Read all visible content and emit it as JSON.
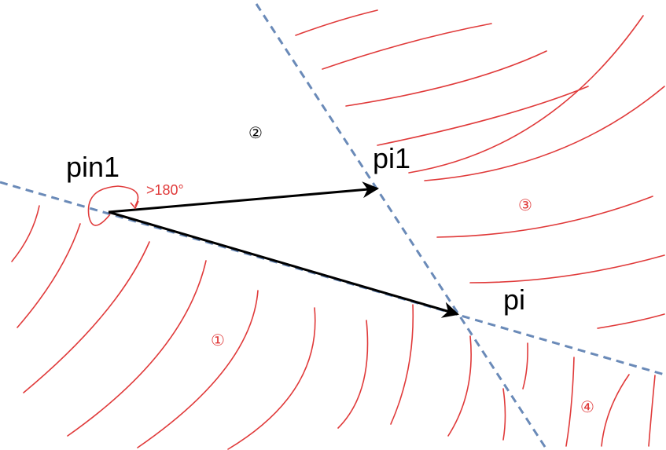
{
  "points": {
    "pin1": "pin1",
    "pi1": "pi1",
    "pi": "pi"
  },
  "angle": {
    "label": ">180°"
  },
  "regions": {
    "r1": "①",
    "r2": "②",
    "r3": "③",
    "r4": "④"
  },
  "colors": {
    "guide_line": "#6a8ab8",
    "vector": "#000000",
    "hatch": "#e03a3a",
    "region_label_red": "#e03a3a",
    "region_label_black": "#000000"
  }
}
